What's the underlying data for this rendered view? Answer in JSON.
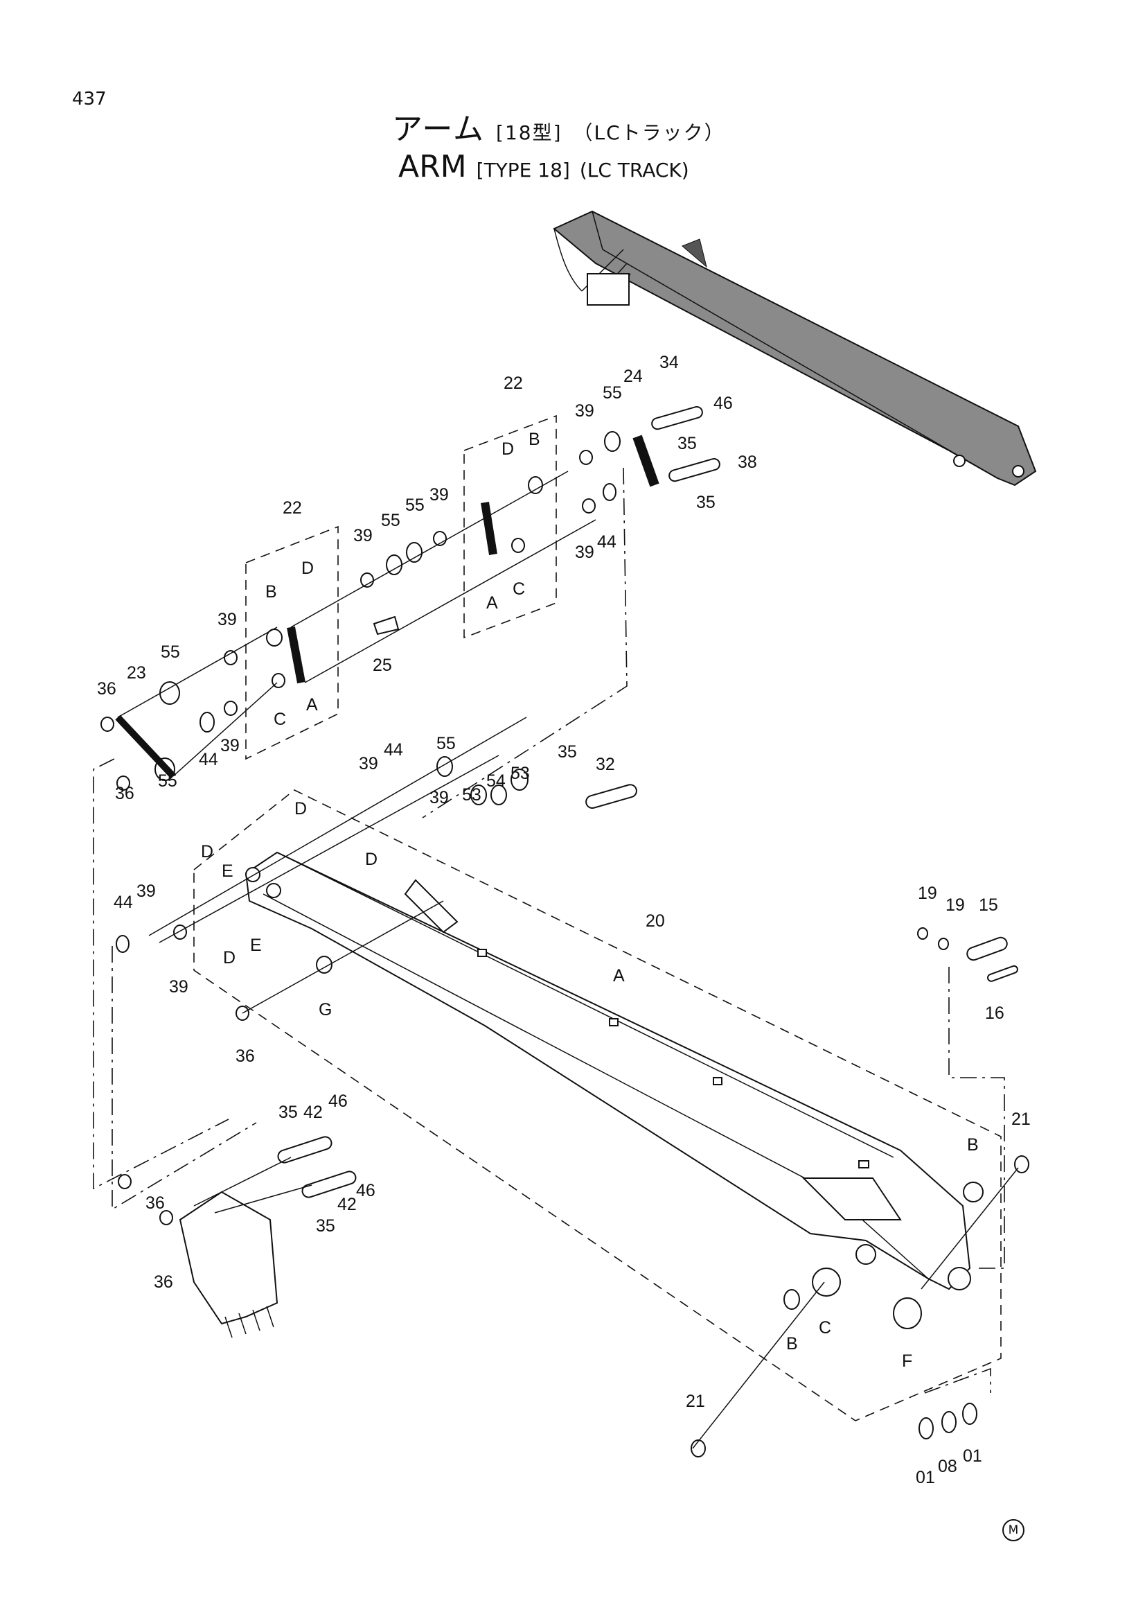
{
  "page_number": "437",
  "title_ja": {
    "main": "アーム",
    "type": "[18型]",
    "variant": "（LCトラック）"
  },
  "title_en": {
    "main": "ARM",
    "type": "[TYPE 18]",
    "variant": "(LC  TRACK)"
  },
  "callouts": {
    "c22a": "22",
    "c22b": "22",
    "c24": "24",
    "c34": "34",
    "c46a": "46",
    "c38": "38",
    "c35a": "35",
    "c35b": "35",
    "c55a": "55",
    "c39a": "39",
    "cBa": "B",
    "cDa": "D",
    "c39b": "39",
    "c44a": "44",
    "cCa": "C",
    "cAa": "A",
    "c39c": "39",
    "c55b": "55",
    "c55c": "55",
    "c39d": "39",
    "cDb": "D",
    "cBb": "B",
    "c39e": "39",
    "c55d": "55",
    "c23": "23",
    "c36a": "36",
    "c25": "25",
    "cCb": "C",
    "cAb": "A",
    "c39f": "39",
    "c44b": "44",
    "c55e": "55",
    "c36b": "36",
    "c39g": "39",
    "c44c": "44",
    "c55f": "55",
    "c35c": "35",
    "c32": "32",
    "c53a": "53",
    "c54": "54",
    "c53b": "53",
    "c39h": "39",
    "cDc": "D",
    "cDd": "D",
    "cE1": "E",
    "cDe": "D",
    "c44d": "44",
    "c39i": "39",
    "c39j": "39",
    "cDf": "D",
    "cE2": "E",
    "cG": "G",
    "c36c": "36",
    "c20": "20",
    "cAc": "A",
    "c19a": "19",
    "c19b": "19",
    "c15": "15",
    "c16": "16",
    "c21a": "21",
    "cBc": "B",
    "c35d": "35",
    "c42a": "42",
    "c46b": "46",
    "c46c": "46",
    "c42b": "42",
    "c35e": "35",
    "c36d": "36",
    "c36e": "36",
    "cBd": "B",
    "cCc": "C",
    "cF": "F",
    "c21b": "21",
    "c01a": "01",
    "c08": "08",
    "c01b": "01"
  },
  "trademark": "M"
}
